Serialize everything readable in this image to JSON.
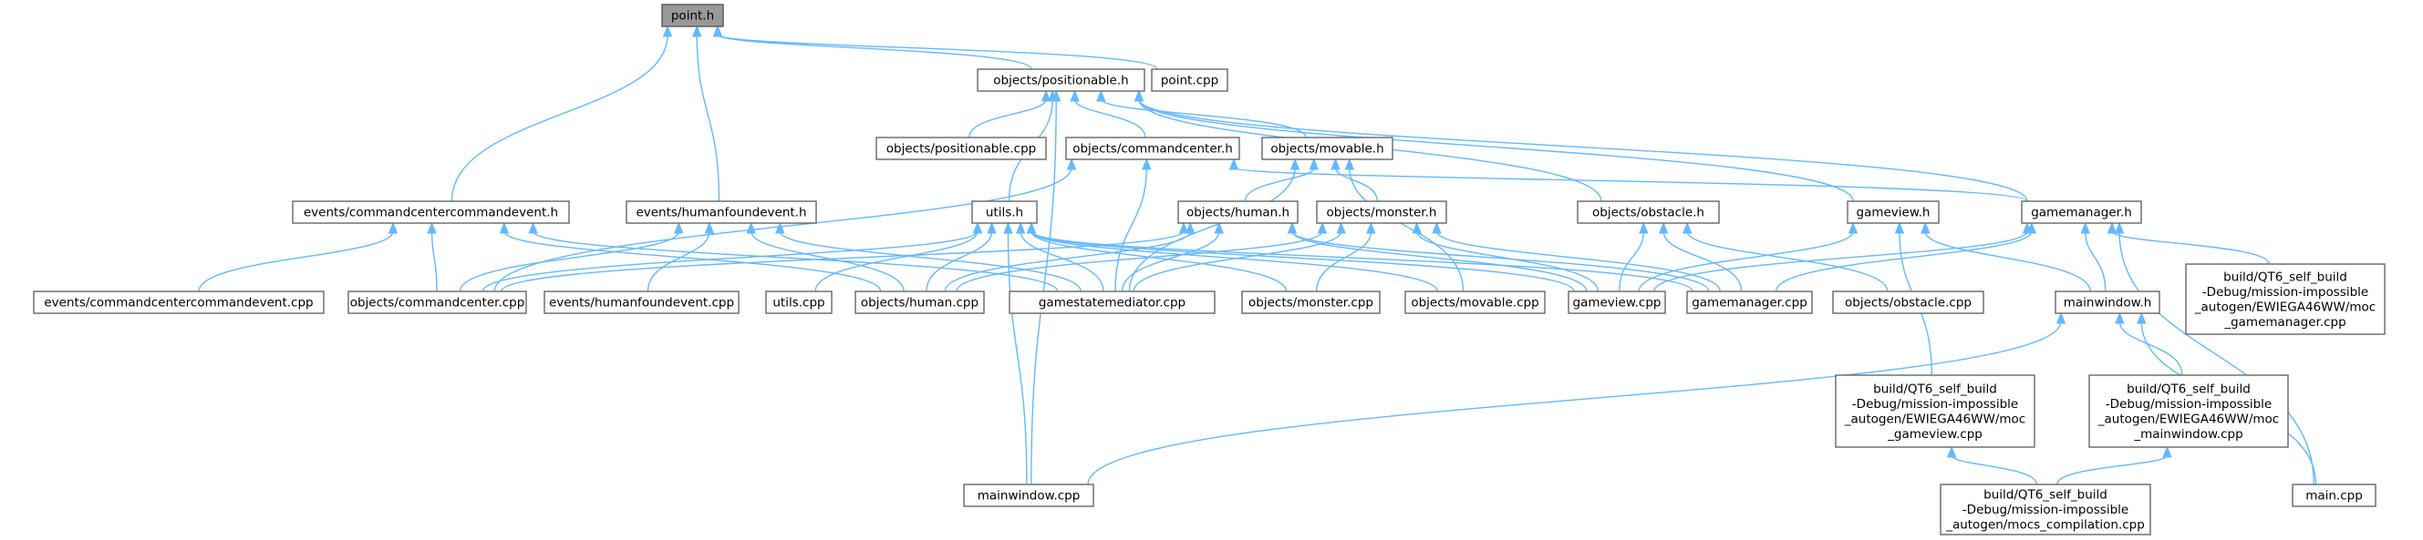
{
  "graph": {
    "nodes": {
      "point_h": [
        "point.h"
      ],
      "point_cpp": [
        "point.cpp"
      ],
      "positionable_h": [
        "objects/positionable.h"
      ],
      "positionable_cpp": [
        "objects/positionable.cpp"
      ],
      "commandcenter_h": [
        "objects/commandcenter.h"
      ],
      "movable_h": [
        "objects/movable.h"
      ],
      "obstacle_h": [
        "objects/obstacle.h"
      ],
      "gameview_h": [
        "gameview.h"
      ],
      "gamemanager_h": [
        "gamemanager.h"
      ],
      "ccevent_h": [
        "events/commandcentercommandevent.h"
      ],
      "hfevent_h": [
        "events/humanfoundevent.h"
      ],
      "utils_h": [
        "utils.h"
      ],
      "human_h": [
        "objects/human.h"
      ],
      "monster_h": [
        "objects/monster.h"
      ],
      "moc_gamemanager": [
        "build/QT6_self_build",
        "-Debug/mission-impossible",
        "_autogen/EWIEGA46WW/moc",
        "_gamemanager.cpp"
      ],
      "ccevent_cpp": [
        "events/commandcentercommandevent.cpp"
      ],
      "commandcenter_cpp": [
        "objects/commandcenter.cpp"
      ],
      "hfevent_cpp": [
        "events/humanfoundevent.cpp"
      ],
      "utils_cpp": [
        "utils.cpp"
      ],
      "human_cpp": [
        "objects/human.cpp"
      ],
      "gsm_cpp": [
        "gamestatemediator.cpp"
      ],
      "monster_cpp": [
        "objects/monster.cpp"
      ],
      "movable_cpp": [
        "objects/movable.cpp"
      ],
      "gameview_cpp": [
        "gameview.cpp"
      ],
      "gamemanager_cpp": [
        "gamemanager.cpp"
      ],
      "obstacle_cpp": [
        "objects/obstacle.cpp"
      ],
      "mainwindow_h": [
        "mainwindow.h"
      ],
      "mainwindow_cpp": [
        "mainwindow.cpp"
      ],
      "moc_gameview": [
        "build/QT6_self_build",
        "-Debug/mission-impossible",
        "_autogen/EWIEGA46WW/moc",
        "_gameview.cpp"
      ],
      "moc_mainwindow": [
        "build/QT6_self_build",
        "-Debug/mission-impossible",
        "_autogen/EWIEGA46WW/moc",
        "_mainwindow.cpp"
      ],
      "main_cpp": [
        "main.cpp"
      ],
      "mocs_compilation": [
        "build/QT6_self_build",
        "-Debug/mission-impossible",
        "_autogen/mocs_compilation.cpp"
      ]
    },
    "root": "point_h",
    "edges": [
      [
        "positionable_h",
        "point_h"
      ],
      [
        "point_cpp",
        "point_h"
      ],
      [
        "ccevent_h",
        "point_h"
      ],
      [
        "hfevent_h",
        "point_h"
      ],
      [
        "positionable_cpp",
        "positionable_h"
      ],
      [
        "commandcenter_h",
        "positionable_h"
      ],
      [
        "movable_h",
        "positionable_h"
      ],
      [
        "obstacle_h",
        "positionable_h"
      ],
      [
        "gameview_h",
        "positionable_h"
      ],
      [
        "gamemanager_h",
        "positionable_h"
      ],
      [
        "utils_h",
        "positionable_h"
      ],
      [
        "mainwindow_cpp",
        "positionable_h"
      ],
      [
        "gamemanager_h",
        "commandcenter_h"
      ],
      [
        "commandcenter_cpp",
        "commandcenter_h"
      ],
      [
        "gsm_cpp",
        "commandcenter_h"
      ],
      [
        "human_h",
        "movable_h"
      ],
      [
        "monster_h",
        "movable_h"
      ],
      [
        "gsm_cpp",
        "movable_h"
      ],
      [
        "movable_cpp",
        "movable_h"
      ],
      [
        "gameview_cpp",
        "obstacle_h"
      ],
      [
        "gamemanager_cpp",
        "obstacle_h"
      ],
      [
        "obstacle_cpp",
        "obstacle_h"
      ],
      [
        "gameview_cpp",
        "gameview_h"
      ],
      [
        "mainwindow_h",
        "gameview_h"
      ],
      [
        "moc_gameview",
        "gameview_h"
      ],
      [
        "gameview_cpp",
        "gamemanager_h"
      ],
      [
        "gamemanager_cpp",
        "gamemanager_h"
      ],
      [
        "mainwindow_h",
        "gamemanager_h"
      ],
      [
        "moc_gamemanager",
        "gamemanager_h"
      ],
      [
        "main_cpp",
        "gamemanager_h"
      ],
      [
        "ccevent_cpp",
        "ccevent_h"
      ],
      [
        "commandcenter_cpp",
        "ccevent_h"
      ],
      [
        "human_cpp",
        "ccevent_h"
      ],
      [
        "gsm_cpp",
        "ccevent_h"
      ],
      [
        "commandcenter_cpp",
        "hfevent_h"
      ],
      [
        "hfevent_cpp",
        "hfevent_h"
      ],
      [
        "human_cpp",
        "hfevent_h"
      ],
      [
        "gsm_cpp",
        "hfevent_h"
      ],
      [
        "commandcenter_cpp",
        "utils_h"
      ],
      [
        "utils_cpp",
        "utils_h"
      ],
      [
        "human_cpp",
        "utils_h"
      ],
      [
        "gsm_cpp",
        "utils_h"
      ],
      [
        "monster_cpp",
        "utils_h"
      ],
      [
        "movable_cpp",
        "utils_h"
      ],
      [
        "gameview_cpp",
        "utils_h"
      ],
      [
        "gamemanager_cpp",
        "utils_h"
      ],
      [
        "mainwindow_cpp",
        "utils_h"
      ],
      [
        "commandcenter_cpp",
        "human_h"
      ],
      [
        "human_cpp",
        "human_h"
      ],
      [
        "gsm_cpp",
        "human_h"
      ],
      [
        "gameview_cpp",
        "human_h"
      ],
      [
        "gamemanager_cpp",
        "human_h"
      ],
      [
        "human_cpp",
        "monster_h"
      ],
      [
        "gsm_cpp",
        "monster_h"
      ],
      [
        "monster_cpp",
        "monster_h"
      ],
      [
        "gameview_cpp",
        "monster_h"
      ],
      [
        "gamemanager_cpp",
        "monster_h"
      ],
      [
        "mainwindow_cpp",
        "mainwindow_h"
      ],
      [
        "moc_mainwindow",
        "mainwindow_h"
      ],
      [
        "main_cpp",
        "mainwindow_h"
      ],
      [
        "mocs_compilation",
        "moc_gameview"
      ],
      [
        "mocs_compilation",
        "moc_mainwindow"
      ]
    ]
  }
}
